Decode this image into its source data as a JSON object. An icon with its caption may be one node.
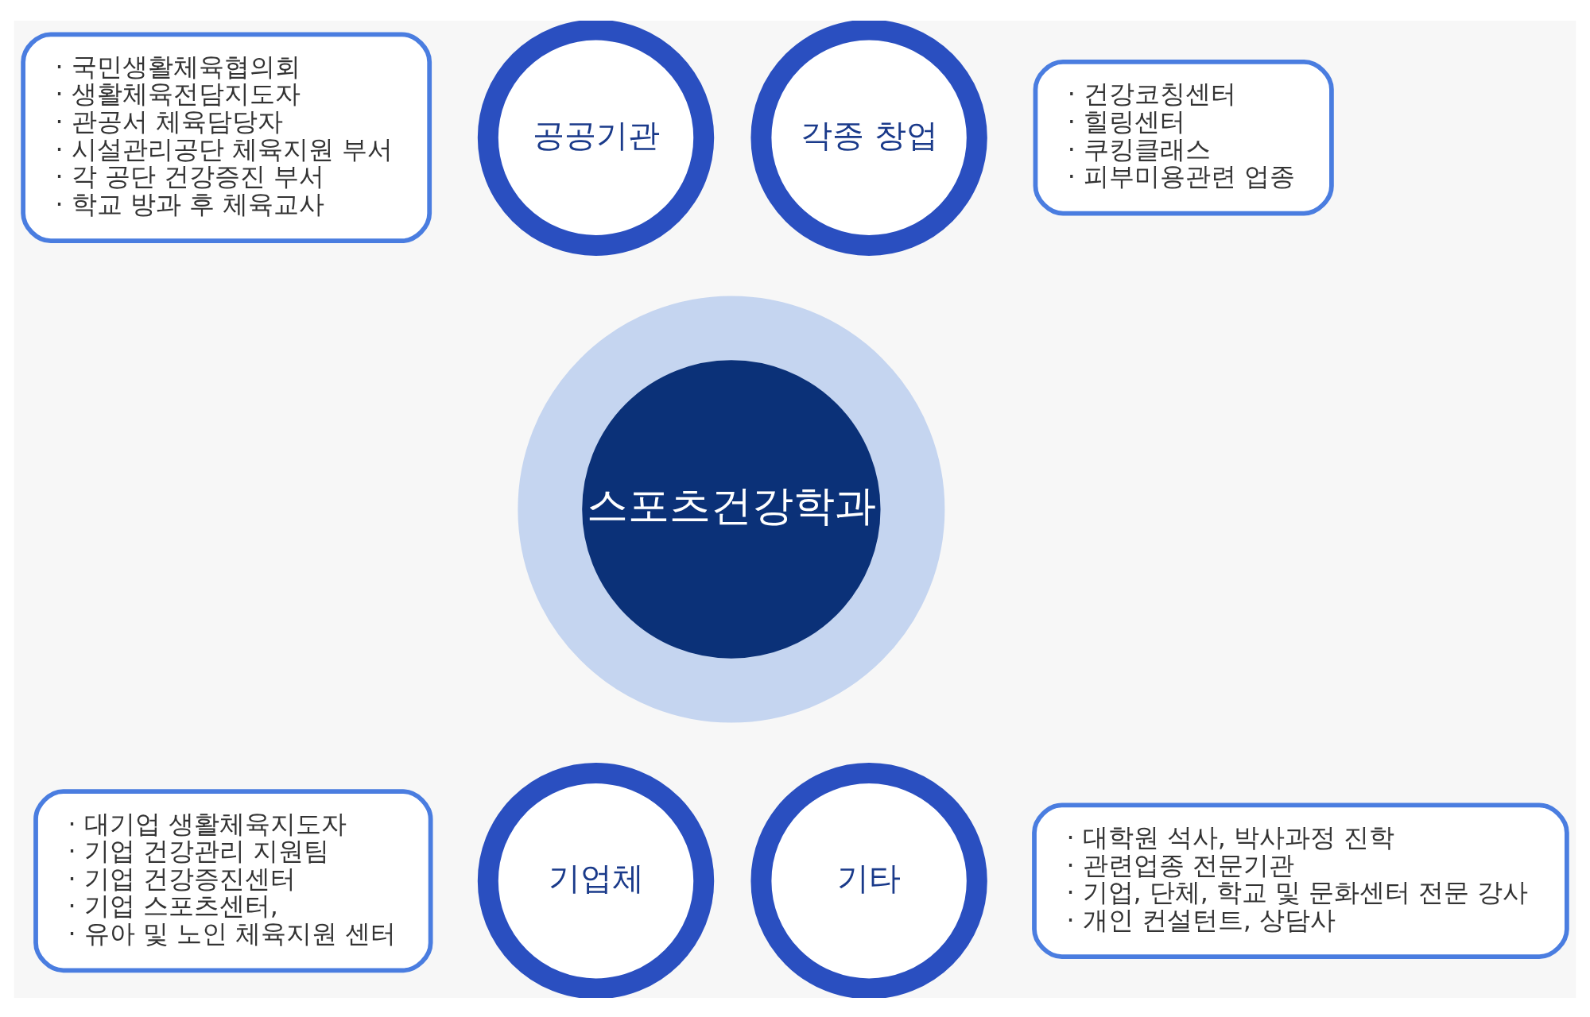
{
  "diagram": {
    "nodes": [
      {
        "text": [
          "스포츠건강학과"
        ]
      },
      {
        "text": [
          "공공기관"
        ]
      },
      {
        "text": [
          "· 국민생활체육협의회",
          "· 생활체육전담지도자",
          "· 관공서 체육담당자",
          "· 시설관리공단 체육지원 부서",
          "· 각 공단 건강증진 부서",
          "· 학교 방과 후 체육교사"
        ]
      },
      {
        "text": [
          "각종 창업"
        ]
      },
      {
        "text": [
          "· 건강코칭센터",
          "· 힐링센터",
          "· 쿠킹클래스",
          "· 피부미용관련 업종"
        ]
      },
      {
        "text": [
          "기업체"
        ]
      },
      {
        "text": [
          "· 대기업 생활체육지도자",
          "· 기업 건강관리 지원팀",
          "· 기업 건강증진센터",
          "· 기업 스포츠센터,",
          "· 유아 및 노인 체육지원 센터"
        ]
      },
      {
        "text": [
          "기타"
        ]
      },
      {
        "text": [
          "· 대학원 석사, 박사과정 진학",
          "· 관련업종 전문기관",
          "· 기업, 단체, 학교 및 문화센터 전문 강사",
          "· 개인 컨설턴트, 상담사"
        ]
      }
    ],
    "edges": []
  }
}
